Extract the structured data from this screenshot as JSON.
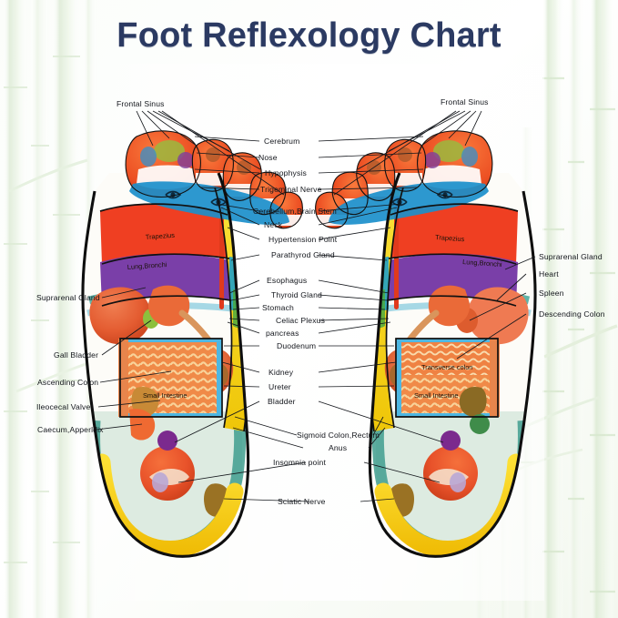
{
  "page": {
    "title": "Foot Reflexology Chart",
    "title_color": "#2b3a62",
    "background_color": "#ffffff",
    "bamboo_color": "#e4efe0"
  },
  "labels": {
    "top_left": "Frontal Sinus",
    "top_right": "Frontal Sinus",
    "center": [
      "Cerebrum",
      "Nose",
      "Hypophysis",
      "Trigeminal Nerve",
      "Cerebellum,Brain Stem",
      "Neck",
      "Hypertension Point",
      "Parathyrod Gland",
      "Esophagus",
      "Thyroid Gland",
      "Stomach",
      "Celiac Plexus",
      "pancreas",
      "Duodenum",
      "Kidney",
      "Ureter",
      "Bladder",
      "Sigmoid Colon,Rectum",
      "Anus",
      "Insomnia  point",
      "Sciatic  Nerve"
    ],
    "left_side": [
      "Suprarenal Gland",
      "Gall Bladder",
      "Ascending Colon",
      "Ileocecal Valve",
      "Caecum,Apperldix"
    ],
    "right_side": [
      "Suprarenal Gland",
      "Heart",
      "Spleen",
      "Descending Colon"
    ],
    "in_foot_left": [
      "Trapezius",
      "Lung,Bronchi",
      "Small Intestine"
    ],
    "in_foot_right": [
      "Trapezius",
      "Lung,Bronchi",
      "Transverse colon",
      "Small Intestine"
    ]
  },
  "colors": {
    "toe_cap": "#ee5124",
    "toe_cap_alt": "#e8412a",
    "toe_band": "#1f9fc4",
    "trapezius": "#ef3f22",
    "lung": "#7a3fa8",
    "spine_strip": "#f5d016",
    "intestine": "#f2843f",
    "intestine_bg": "#4eb7e2",
    "heel_band": "#f9cf14",
    "heel_ring": "#3f9e8e",
    "bladder_dot": "#7b2a8e",
    "liver": "#e8613a",
    "kidney": "#e06a3f",
    "outline": "#0e0e0e"
  }
}
